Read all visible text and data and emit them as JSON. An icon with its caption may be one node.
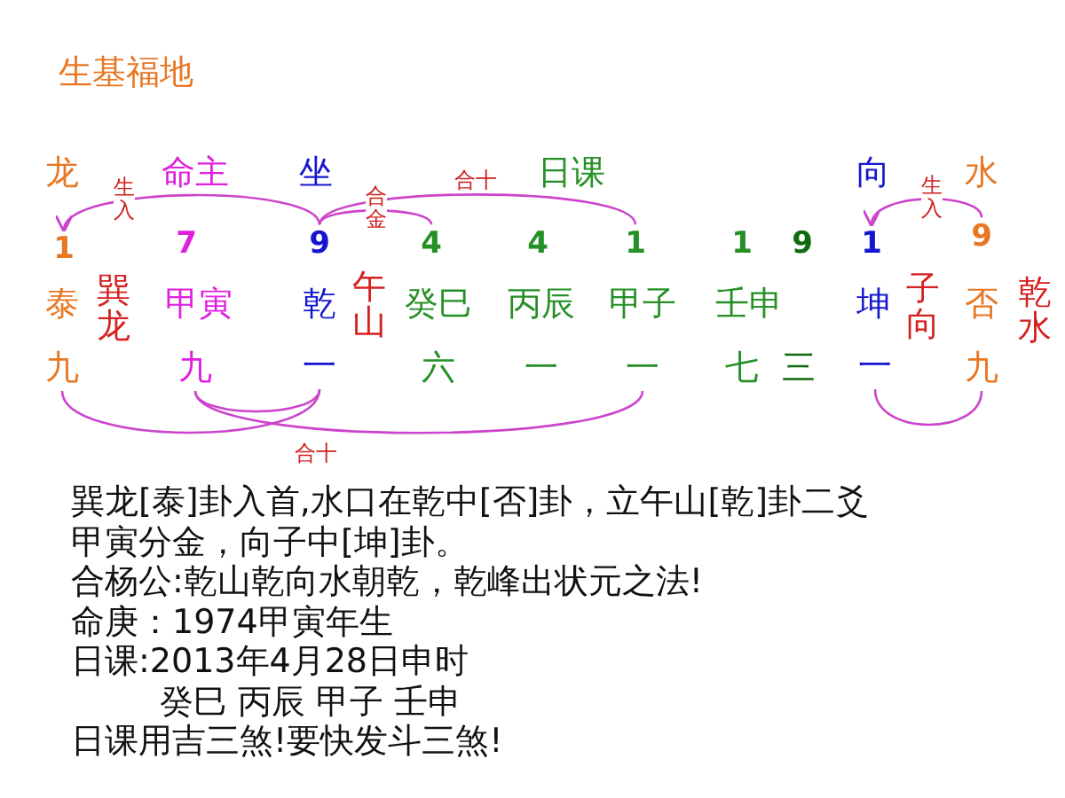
{
  "diagram": {
    "title": "生基福地",
    "nodes": [
      {
        "text": [
          "龙"
        ]
      },
      {
        "text": [
          "命主"
        ]
      },
      {
        "text": [
          "坐"
        ]
      },
      {
        "text": [
          "日课"
        ]
      },
      {
        "text": [
          "向"
        ]
      },
      {
        "text": [
          "水"
        ]
      },
      {
        "text": [
          "1"
        ]
      },
      {
        "text": [
          "7"
        ]
      },
      {
        "text": [
          "9"
        ]
      },
      {
        "text": [
          "4"
        ]
      },
      {
        "text": [
          "4"
        ]
      },
      {
        "text": [
          "1"
        ]
      },
      {
        "text": [
          "1"
        ]
      },
      {
        "text": [
          "9"
        ]
      },
      {
        "text": [
          "1"
        ]
      },
      {
        "text": [
          "9"
        ]
      },
      {
        "text": [
          "泰"
        ]
      },
      {
        "text": [
          "巽龙"
        ]
      },
      {
        "text": [
          "甲寅"
        ]
      },
      {
        "text": [
          "乾"
        ]
      },
      {
        "text": [
          "午山"
        ]
      },
      {
        "text": [
          "癸巳"
        ]
      },
      {
        "text": [
          "丙辰"
        ]
      },
      {
        "text": [
          "甲子"
        ]
      },
      {
        "text": [
          "壬申"
        ]
      },
      {
        "text": [
          "坤"
        ]
      },
      {
        "text": [
          "子向"
        ]
      },
      {
        "text": [
          "否"
        ]
      },
      {
        "text": [
          "乾水"
        ]
      },
      {
        "text": [
          "九"
        ]
      },
      {
        "text": [
          "九"
        ]
      },
      {
        "text": [
          "一"
        ]
      },
      {
        "text": [
          "六"
        ]
      },
      {
        "text": [
          "一"
        ]
      },
      {
        "text": [
          "一"
        ]
      },
      {
        "text": [
          "七"
        ]
      },
      {
        "text": [
          "三"
        ]
      },
      {
        "text": [
          "一"
        ]
      },
      {
        "text": [
          "九"
        ]
      }
    ],
    "edges": [
      {
        "from": 8,
        "to": 6,
        "arrow": "to",
        "label": "生入"
      },
      {
        "from": 8,
        "to": 9,
        "arrow": "none",
        "label": "合金"
      },
      {
        "from": 8,
        "to": 11,
        "arrow": "none",
        "label": "合十"
      },
      {
        "from": 15,
        "to": 14,
        "arrow": "to",
        "label": "生入"
      },
      {
        "from": 29,
        "to": 31,
        "arrow": "none",
        "label": "合十"
      },
      {
        "from": 30,
        "to": 31,
        "arrow": "none"
      },
      {
        "from": 30,
        "to": 34,
        "arrow": "none"
      },
      {
        "from": 37,
        "to": 38,
        "arrow": "none"
      }
    ],
    "labels": [
      "巽龙[泰]卦入首,水口在乾中[否]卦，立午山[乾]卦二爻",
      "甲寅分金，向子中[坤]卦。",
      "合杨公:乾山乾向水朝乾，乾峰出状元之法!",
      "命庚：1974甲寅年生",
      "日课:2013年4月28日申时",
      "癸巳 丙辰 甲子 壬申",
      "日课用吉三煞!要快发斗三煞!"
    ]
  }
}
